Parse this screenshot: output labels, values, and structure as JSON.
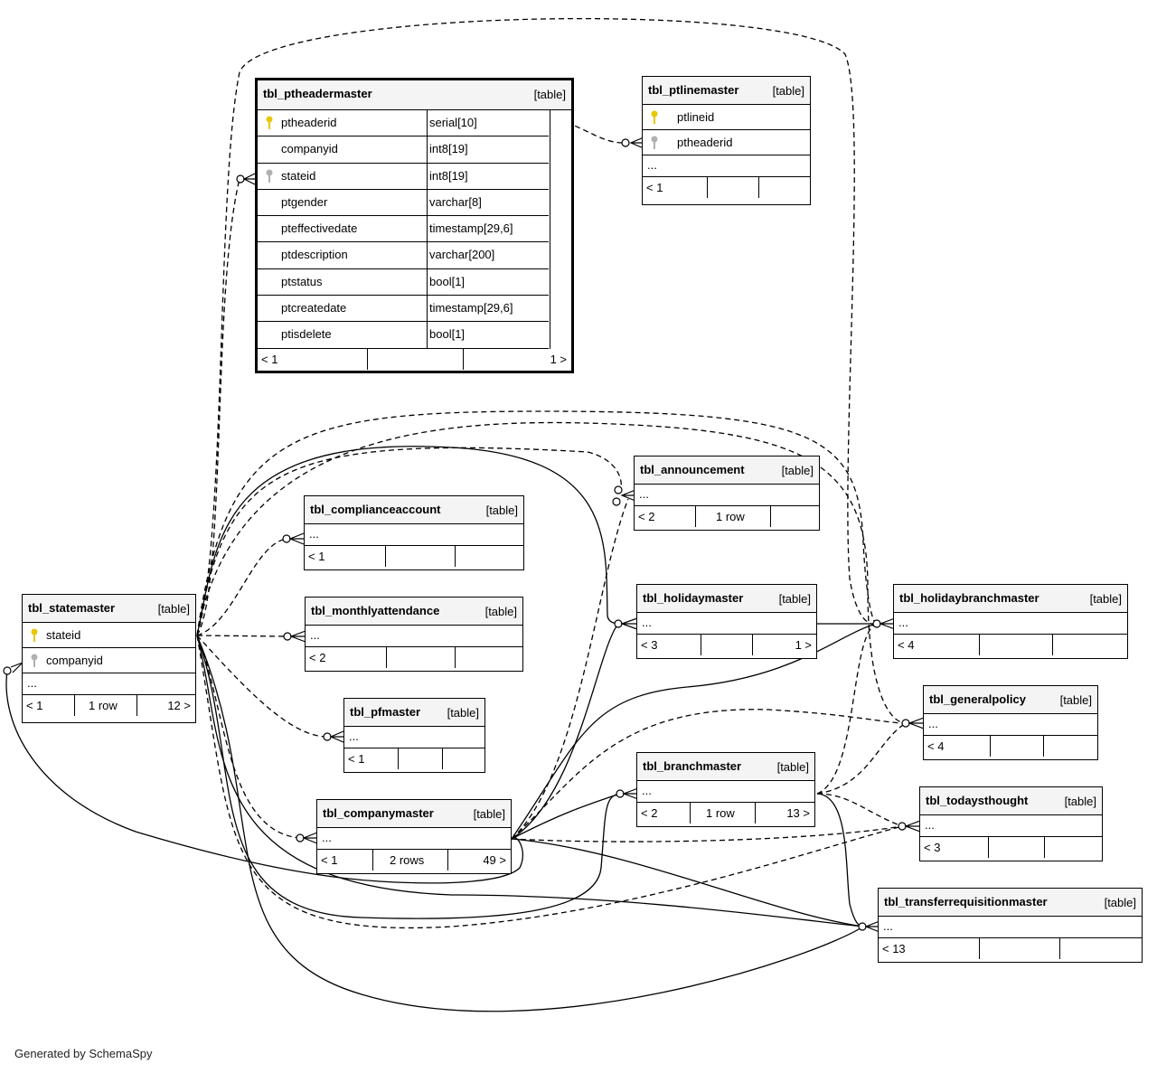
{
  "diagram": {
    "entities": {
      "ptheader": {
        "name": "tbl_ptheadermaster",
        "type": "[table]",
        "columns": [
          {
            "name": "ptheaderid",
            "dtype": "serial[10]",
            "key": "primary"
          },
          {
            "name": "companyid",
            "dtype": "int8[19]",
            "key": ""
          },
          {
            "name": "stateid",
            "dtype": "int8[19]",
            "key": "foreign"
          },
          {
            "name": "ptgender",
            "dtype": "varchar[8]",
            "key": ""
          },
          {
            "name": "pteffectivedate",
            "dtype": "timestamp[29,6]",
            "key": ""
          },
          {
            "name": "ptdescription",
            "dtype": "varchar[200]",
            "key": ""
          },
          {
            "name": "ptstatus",
            "dtype": "bool[1]",
            "key": ""
          },
          {
            "name": "ptcreatedate",
            "dtype": "timestamp[29,6]",
            "key": ""
          },
          {
            "name": "ptisdelete",
            "dtype": "bool[1]",
            "key": ""
          }
        ],
        "footer": {
          "left": "< 1",
          "mid": "",
          "right": "1 >"
        }
      },
      "ptline": {
        "name": "tbl_ptlinemaster",
        "type": "[table]",
        "columns": [
          {
            "name": "ptlineid",
            "key": "primary"
          },
          {
            "name": "ptheaderid",
            "key": "foreign"
          }
        ],
        "ellipsis": "...",
        "footer": {
          "left": "< 1",
          "mid": "",
          "right": ""
        }
      },
      "statemaster": {
        "name": "tbl_statemaster",
        "type": "[table]",
        "columns": [
          {
            "name": "stateid",
            "key": "primary"
          },
          {
            "name": "companyid",
            "key": "foreign"
          }
        ],
        "ellipsis": "...",
        "footer": {
          "left": "< 1",
          "mid": "1 row",
          "right": "12 >"
        }
      },
      "compliance": {
        "name": "tbl_complianceaccount",
        "type": "[table]",
        "ellipsis": "...",
        "footer": {
          "left": "< 1",
          "mid": "",
          "right": ""
        }
      },
      "attendance": {
        "name": "tbl_monthlyattendance",
        "type": "[table]",
        "ellipsis": "...",
        "footer": {
          "left": "< 2",
          "mid": "",
          "right": ""
        }
      },
      "pfmaster": {
        "name": "tbl_pfmaster",
        "type": "[table]",
        "ellipsis": "...",
        "footer": {
          "left": "< 1",
          "mid": "",
          "right": ""
        }
      },
      "company": {
        "name": "tbl_companymaster",
        "type": "[table]",
        "ellipsis": "...",
        "footer": {
          "left": "< 1",
          "mid": "2 rows",
          "right": "49 >"
        }
      },
      "announcement": {
        "name": "tbl_announcement",
        "type": "[table]",
        "ellipsis": "...",
        "footer": {
          "left": "< 2",
          "mid": "1 row",
          "right": ""
        }
      },
      "holiday": {
        "name": "tbl_holidaymaster",
        "type": "[table]",
        "ellipsis": "...",
        "footer": {
          "left": "< 3",
          "mid": "",
          "right": "1 >"
        }
      },
      "branch": {
        "name": "tbl_branchmaster",
        "type": "[table]",
        "ellipsis": "...",
        "footer": {
          "left": "< 2",
          "mid": "1 row",
          "right": "13 >"
        }
      },
      "holidaybranch": {
        "name": "tbl_holidaybranchmaster",
        "type": "[table]",
        "ellipsis": "...",
        "footer": {
          "left": "< 4",
          "mid": "",
          "right": ""
        }
      },
      "generalpolicy": {
        "name": "tbl_generalpolicy",
        "type": "[table]",
        "ellipsis": "...",
        "footer": {
          "left": "< 4",
          "mid": "",
          "right": ""
        }
      },
      "todaysthought": {
        "name": "tbl_todaysthought",
        "type": "[table]",
        "ellipsis": "...",
        "footer": {
          "left": "< 3",
          "mid": "",
          "right": ""
        }
      },
      "transfer": {
        "name": "tbl_transferrequisitionmaster",
        "type": "[table]",
        "ellipsis": "...",
        "footer": {
          "left": "< 13",
          "mid": "",
          "right": ""
        }
      }
    },
    "colors": {
      "primary_key": "#e6c800",
      "foreign_key": "#b0b0b0",
      "header_bg": "#f4f4f4"
    },
    "credit": "Generated by SchemaSpy"
  }
}
